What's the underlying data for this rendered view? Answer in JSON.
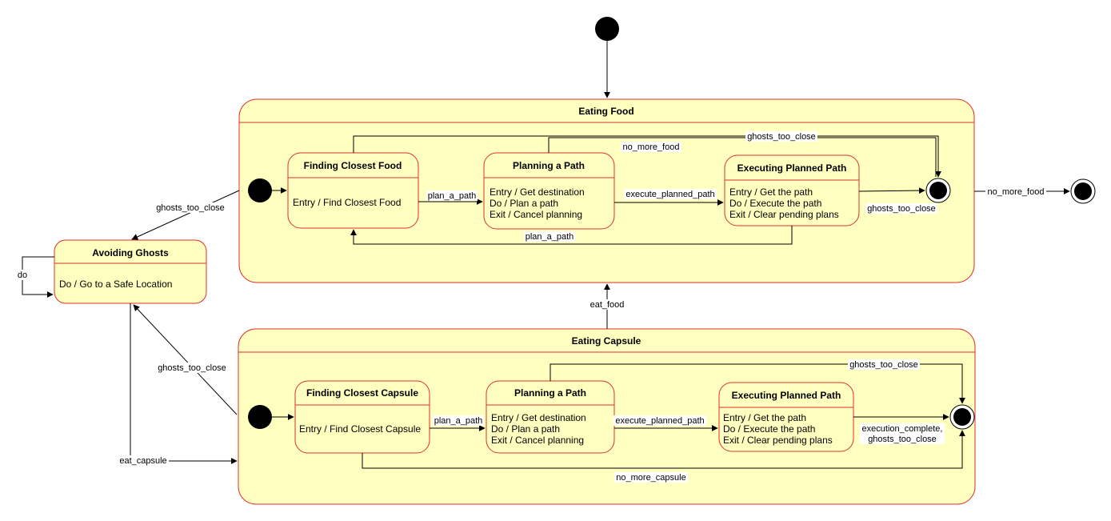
{
  "composites": {
    "eating_food": {
      "title": "Eating Food"
    },
    "eating_capsule": {
      "title": "Eating Capsule"
    }
  },
  "states": {
    "avoiding_ghosts": {
      "title": "Avoiding Ghosts",
      "lines": [
        "Do / Go to a Safe Location"
      ]
    },
    "finding_closest_food": {
      "title": "Finding Closest Food",
      "lines": [
        "Entry / Find Closest Food"
      ]
    },
    "planning_path_food": {
      "title": "Planning a Path",
      "lines": [
        "Entry / Get destination",
        "Do / Plan a path",
        "Exit / Cancel planning"
      ]
    },
    "executing_path_food": {
      "title": "Executing Planned Path",
      "lines": [
        "Entry / Get the path",
        "Do / Execute the path",
        "Exit / Clear pending plans"
      ]
    },
    "finding_closest_capsule": {
      "title": "Finding Closest Capsule",
      "lines": [
        "Entry / Find Closest Capsule"
      ]
    },
    "planning_path_capsule": {
      "title": "Planning a Path",
      "lines": [
        "Entry / Get destination",
        "Do / Plan a path",
        "Exit / Cancel planning"
      ]
    },
    "executing_path_capsule": {
      "title": "Executing Planned Path",
      "lines": [
        "Entry / Get the path",
        "Do / Execute the path",
        "Exit / Clear pending plans"
      ]
    }
  },
  "transitions": {
    "ghosts_too_close_food_top": "ghosts_too_close",
    "no_more_food_inner": "no_more_food",
    "plan_a_path_food": "plan_a_path",
    "execute_planned_path_food": "execute_planned_path",
    "ghosts_too_close_food_exec": "ghosts_too_close",
    "plan_a_path_food_back": "plan_a_path",
    "no_more_food_outer": "no_more_food",
    "ghosts_too_close_to_avoid_1": "ghosts_too_close",
    "do_self": "do",
    "eat_food": "eat_food",
    "ghosts_too_close_to_avoid_2": "ghosts_too_close",
    "eat_capsule": "eat_capsule",
    "ghosts_too_close_capsule_top": "ghosts_too_close",
    "plan_a_path_capsule": "plan_a_path",
    "execute_planned_path_capsule": "execute_planned_path",
    "execution_complete": "execution_complete,",
    "ghosts_too_close_capsule_exec": "ghosts_too_close",
    "no_more_capsule": "no_more_capsule"
  },
  "colors": {
    "state_fill": "#FFFFC0",
    "state_border": "#E0302A",
    "edge": "#000000"
  }
}
